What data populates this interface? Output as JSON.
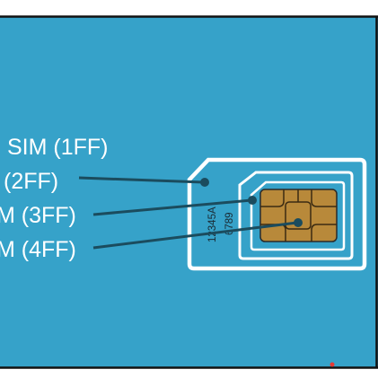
{
  "figure": {
    "background_color": "#36a2c9",
    "frame_color": "#111111",
    "card_outline_color": "#ffffff",
    "leader_line_color": "#1b4c5e",
    "chip_color": "#b8893a",
    "labels": [
      {
        "id": "label-1ff",
        "text": "SIM (1FF)"
      },
      {
        "id": "label-2ff",
        "text": "(2FF)"
      },
      {
        "id": "label-3ff",
        "text": "M (3FF)"
      },
      {
        "id": "label-4ff",
        "text": "M (4FF)"
      }
    ],
    "serial_lines": [
      "12345A",
      "6789"
    ]
  }
}
